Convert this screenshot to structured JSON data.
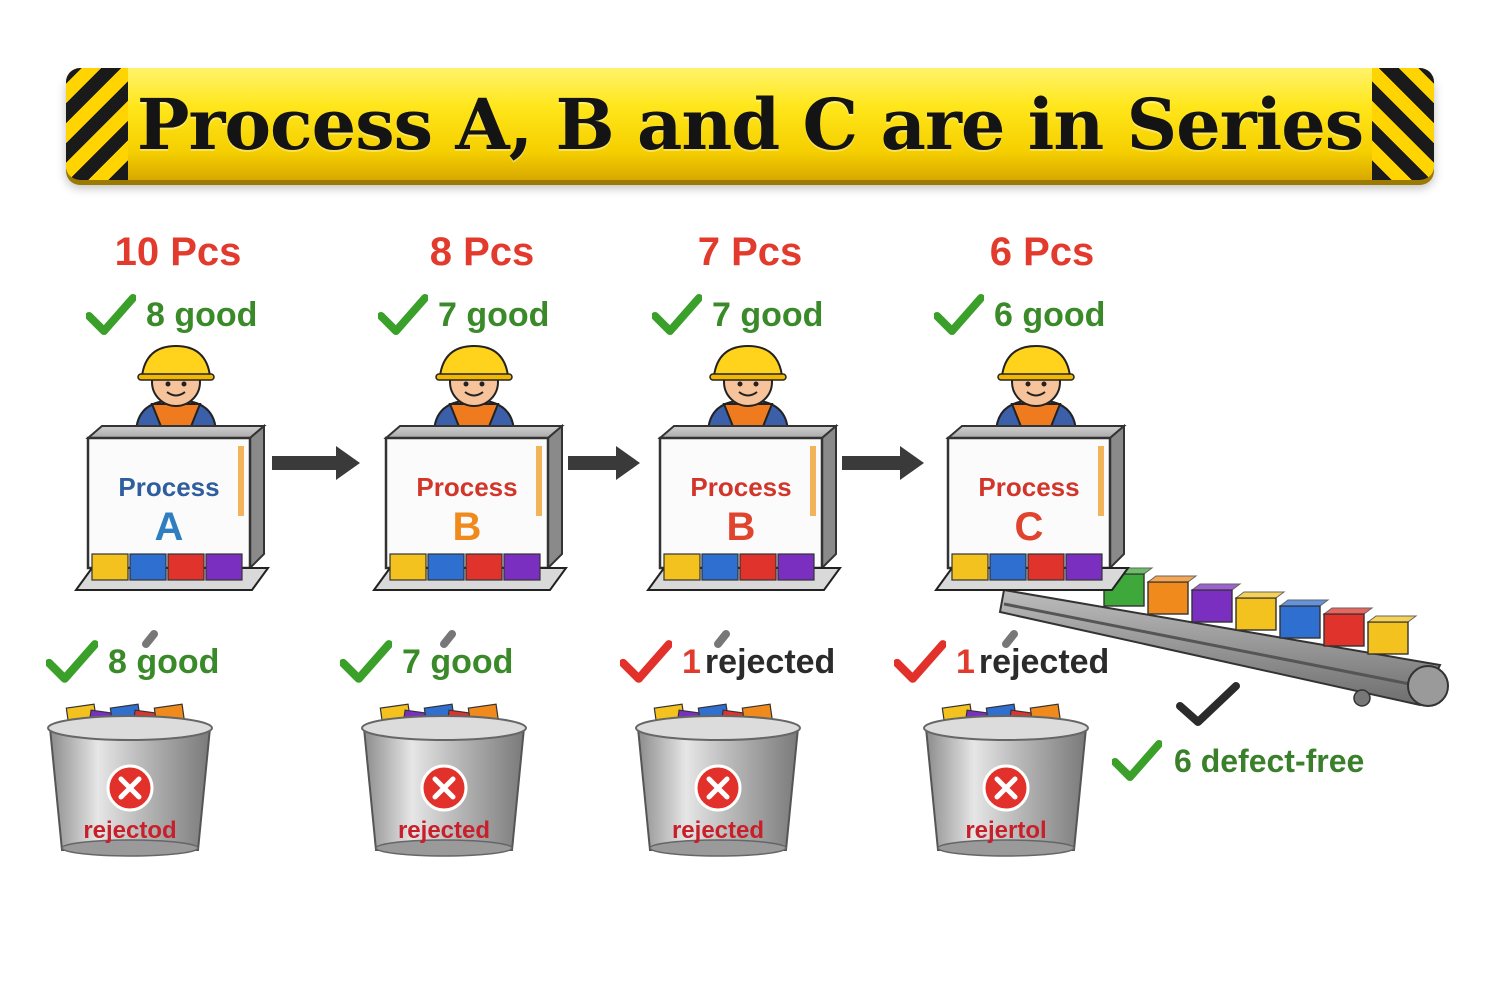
{
  "title": "Process A, B and C are in Series",
  "stations": [
    {
      "pcs": "10 Pcs",
      "good_top": "8 good",
      "process_word": "Process",
      "letter": "A",
      "word_color": "#2f5e9e",
      "letter_color": "#2f7fc0",
      "out_count": "8",
      "out_text": "good",
      "out_status": "good",
      "bin_label": "rejectod"
    },
    {
      "pcs": "8 Pcs",
      "good_top": "7 good",
      "process_word": "Process",
      "letter": "B",
      "word_color": "#d2362b",
      "letter_color": "#f08a1c",
      "out_count": "7",
      "out_text": "good",
      "out_status": "good",
      "bin_label": "rejected"
    },
    {
      "pcs": "7 Pcs",
      "good_top": "7 good",
      "process_word": "Process",
      "letter": "B",
      "word_color": "#d2362b",
      "letter_color": "#e0442e",
      "out_count": "1",
      "out_text": "rejected",
      "out_status": "rejected",
      "bin_label": "rejected"
    },
    {
      "pcs": "6 Pcs",
      "good_top": "6 good",
      "process_word": "Process",
      "letter": "C",
      "word_color": "#d2362b",
      "letter_color": "#e0442e",
      "out_count": "1",
      "out_text": "rejected",
      "out_status": "rejected",
      "bin_label": "rejertol"
    }
  ],
  "final_output": "6 defect-free",
  "colors": {
    "good_green": "#3a8a2a",
    "reject_red": "#e23b2e",
    "banner_yellow": "#ffe61a",
    "block_yellow": "#f4c21f",
    "block_blue": "#2f6fd0",
    "block_red": "#e0332b",
    "block_purple": "#7a2fc0",
    "block_orange": "#f08a1c",
    "block_green": "#3fa83a"
  },
  "icons": {
    "check": "green-check-icon",
    "reject_check": "red-check-icon",
    "reject_mark": "red-x-circle-icon",
    "worker": "worker-hardhat-icon",
    "arrow": "flow-arrow-icon",
    "bin": "reject-bin-icon",
    "conveyor": "conveyor-belt-icon"
  }
}
